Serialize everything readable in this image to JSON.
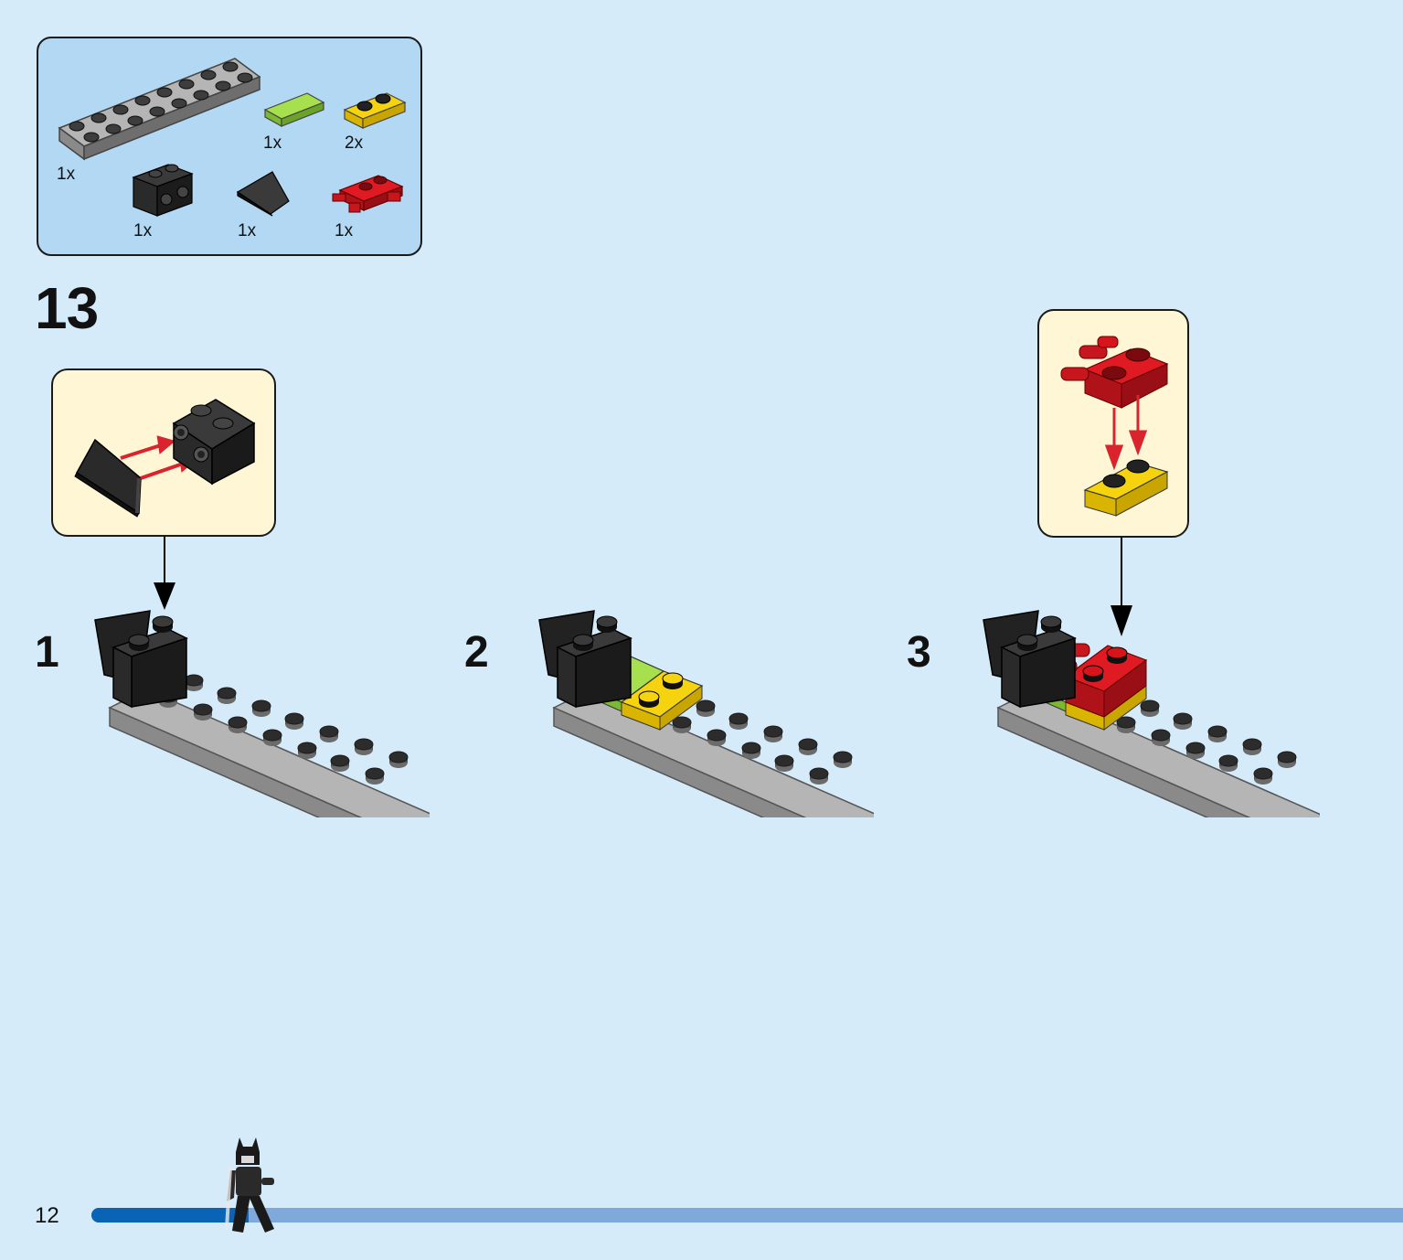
{
  "parts_list": {
    "items": [
      {
        "name": "gray-plate-2x8",
        "qty": "1x"
      },
      {
        "name": "lime-tile-1x2",
        "qty": "1x"
      },
      {
        "name": "yellow-plate-1x2",
        "qty": "2x"
      },
      {
        "name": "black-brick-1x2-studs-on-side",
        "qty": "1x"
      },
      {
        "name": "black-slope",
        "qty": "1x"
      },
      {
        "name": "red-plate-with-clips",
        "qty": "1x"
      }
    ]
  },
  "step": {
    "number": "13",
    "substeps": [
      {
        "label": "1"
      },
      {
        "label": "2"
      },
      {
        "label": "3"
      }
    ]
  },
  "footer": {
    "page_number": "12",
    "progress": 0.12
  },
  "colors": {
    "background": "#d5ebfa",
    "parts_box": "#b3d8f3",
    "callout": "#fff6d5",
    "progress_fill": "#0a63b5",
    "progress_track": "#7fa8db",
    "brick_gray": "#9a9a9a",
    "brick_black": "#2b2b2b",
    "brick_lime": "#8fcf3c",
    "brick_yellow": "#f5d40f",
    "brick_red": "#d6141a",
    "arrow_red": "#d9232d"
  }
}
